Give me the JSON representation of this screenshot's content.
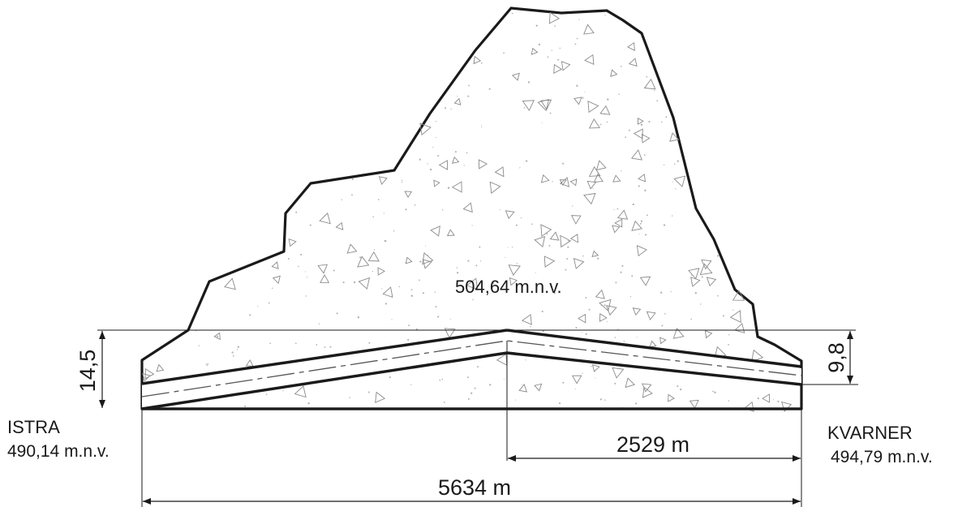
{
  "labels": {
    "left_portal_name": "ISTRA",
    "left_portal_elev": "490,14 m.n.v.",
    "right_portal_name": "KVARNER",
    "right_portal_elev": "494,79 m.n.v.",
    "summit_elev": "504,64 m.n.v."
  },
  "dimensions": {
    "total_length": "5634 m",
    "right_segment_length": "2529 m",
    "left_height": "14,5",
    "right_height": "9,8"
  },
  "colors": {
    "line": "#1a1a1a",
    "fill": "#ffffff",
    "speckle": "#8a8a8a"
  },
  "icons": {
    "aggregate_symbol": "triangle-icon"
  }
}
